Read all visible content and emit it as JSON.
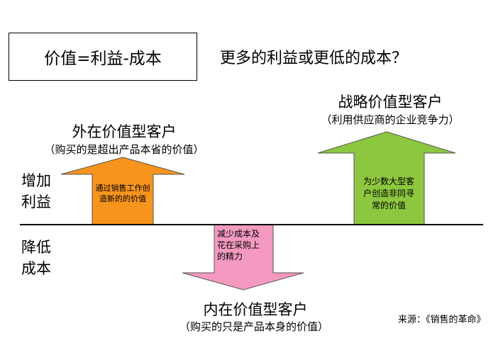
{
  "formula": "价值=利益-成本",
  "question": "更多的利益或更低的成本？",
  "strategic": {
    "title": "战略价值型客户",
    "subtitle": "（利用供应商的企业竞争力）",
    "arrow_text": "为少数大型客户创造非同寻常的价值",
    "color": "#8dc63f"
  },
  "external": {
    "title": "外在价值型客户",
    "subtitle": "（购买的是超出产品本省的价值）",
    "arrow_text": "通过销售工作创造新的的价值",
    "color": "#f7941d"
  },
  "internal": {
    "title": "内在价值型客户",
    "subtitle": "（购买的只是产品本身的价值）",
    "arrow_text": "减少成本及花在采购上的精力",
    "color": "#f49ac1"
  },
  "side_labels": {
    "increase": [
      "增加",
      "利益"
    ],
    "decrease": [
      "降低",
      "成本"
    ]
  },
  "source": "来源：《销售的革命》"
}
